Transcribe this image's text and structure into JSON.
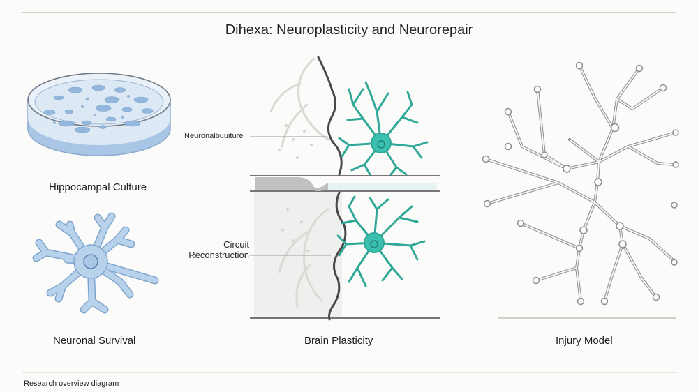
{
  "title": "Dihexa: Neuroplasticity and Neurorepair",
  "panels": {
    "hippocampal_culture": "Hippocampal Culture",
    "neuronal_survival": "Neuronal Survival",
    "brain_plasticity": "Brain Plasticity",
    "injury_model": "Injury Model"
  },
  "callouts": {
    "top": "Neuronalbuuiture",
    "bottom": "Circuit\nReconstruction"
  },
  "footer": "Research overview diagram",
  "colors": {
    "teal": "#3bbfae",
    "blue": "#a9c6e6",
    "blue_stroke": "#7ea5cf",
    "gray_line": "#d0d2ce",
    "dark_line": "#4a4a4a"
  }
}
